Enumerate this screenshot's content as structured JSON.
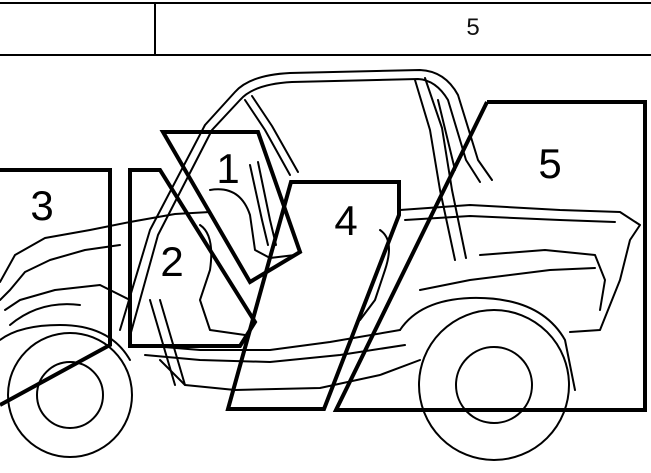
{
  "header": {
    "left_cell": "",
    "right_cell": "5"
  },
  "zones": [
    {
      "label": "1"
    },
    {
      "label": "2"
    },
    {
      "label": "3"
    },
    {
      "label": "4"
    },
    {
      "label": "5"
    }
  ],
  "colors": {
    "line": "#000000",
    "background": "#ffffff"
  }
}
